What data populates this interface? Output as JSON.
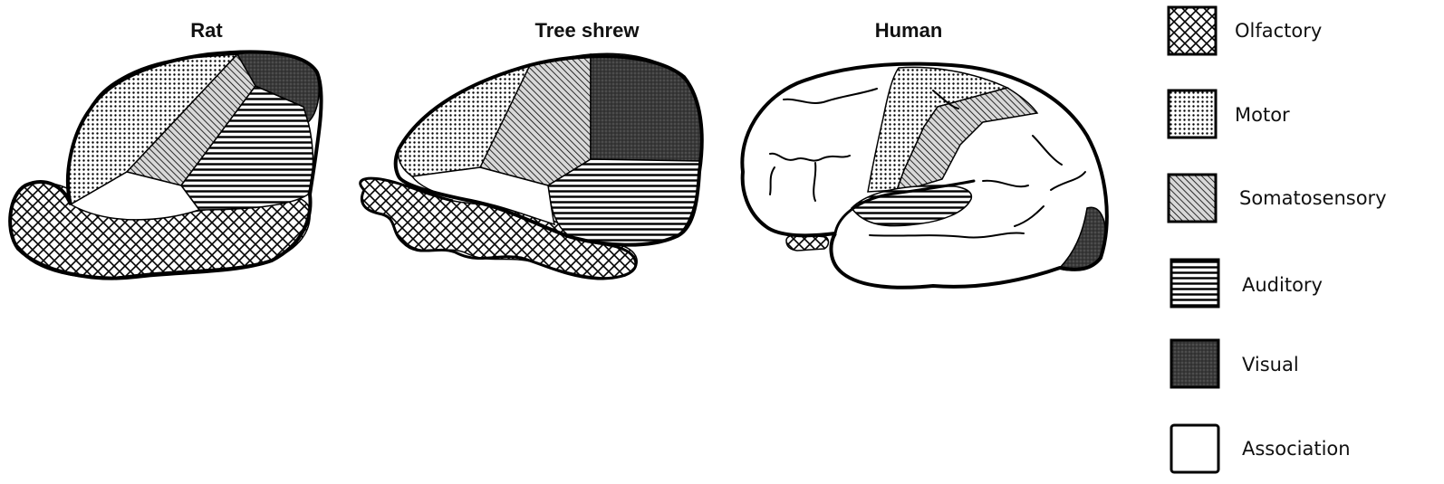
{
  "brains": [
    {
      "title": "Rat"
    },
    {
      "title": "Tree shrew"
    },
    {
      "title": "Human"
    }
  ],
  "legend": [
    {
      "label": "Olfactory",
      "pattern": "crosshatch"
    },
    {
      "label": "Motor",
      "pattern": "dots"
    },
    {
      "label": "Somatosensory",
      "pattern": "diagonal-lines"
    },
    {
      "label": "Auditory",
      "pattern": "horizontal-lines"
    },
    {
      "label": "Visual",
      "pattern": "dark-stipple"
    },
    {
      "label": "Association",
      "pattern": "white"
    }
  ]
}
